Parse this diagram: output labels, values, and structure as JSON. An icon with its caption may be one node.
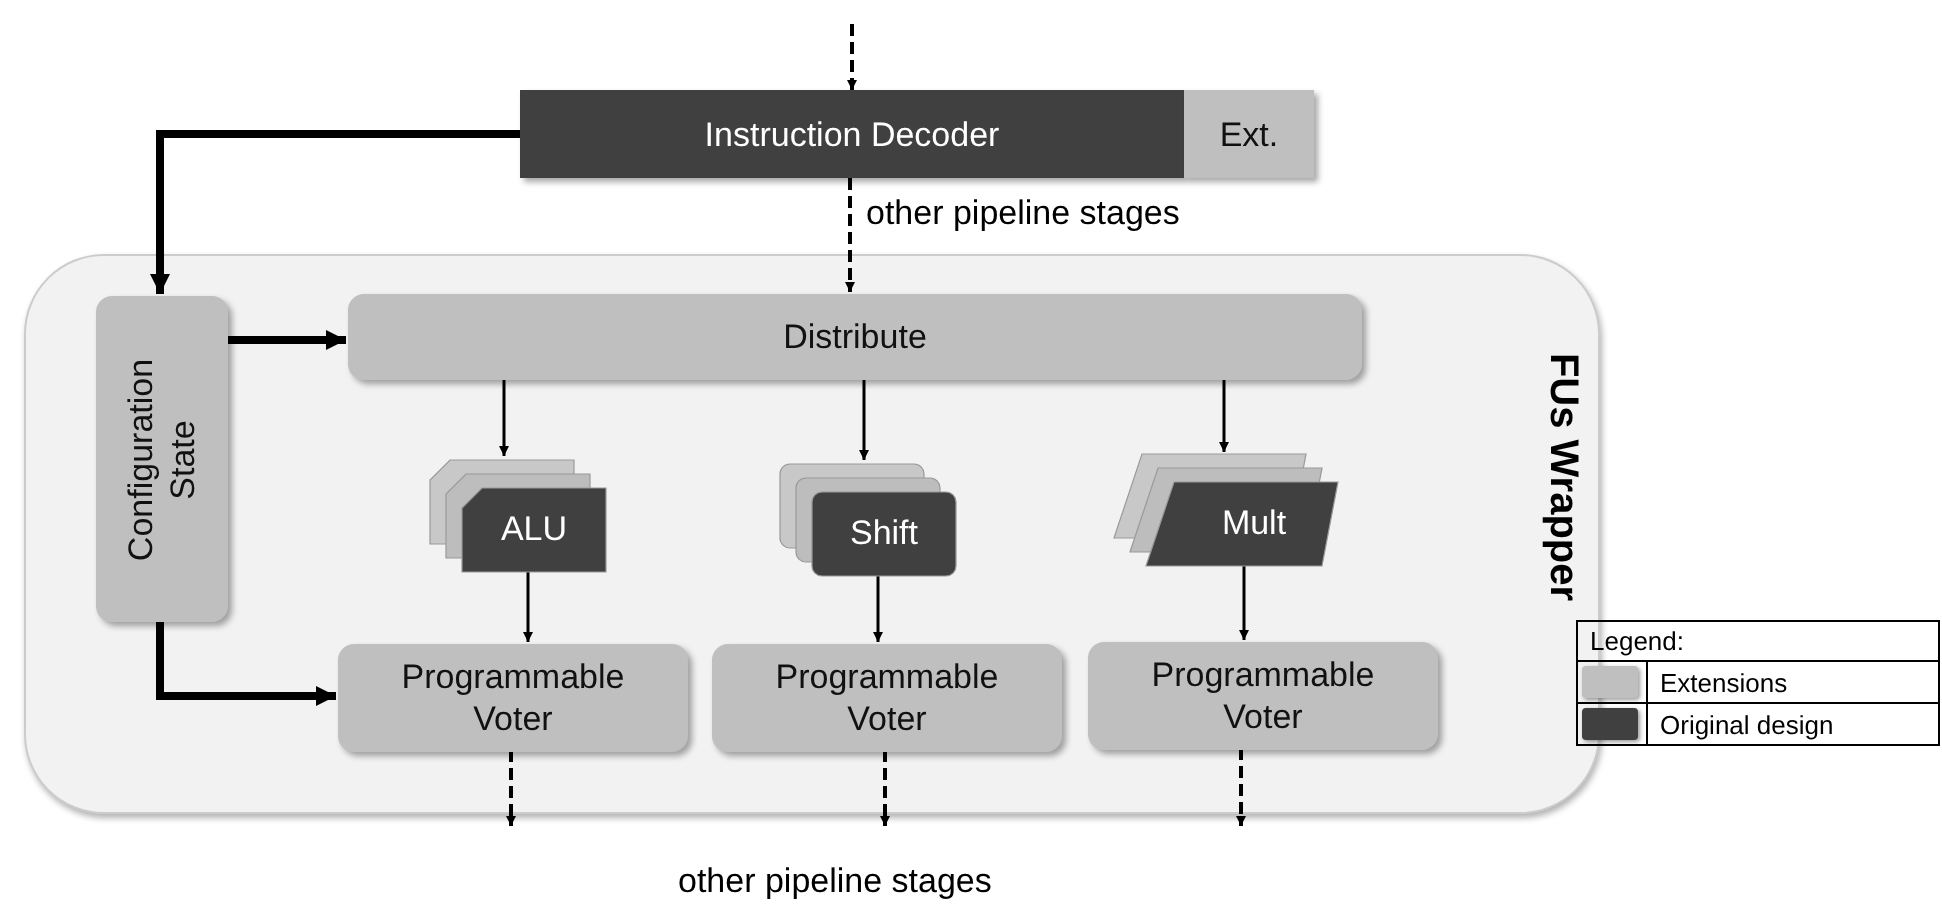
{
  "diagram": {
    "nodes": [
      {
        "text": [
          "FUs Wrapper"
        ]
      },
      {
        "text": [
          "Instruction Decoder"
        ]
      },
      {
        "text": [
          "Ext."
        ]
      },
      {
        "text": [
          "Configuration State"
        ],
        "in": 0
      },
      {
        "text": [
          "Distribute"
        ],
        "in": 0
      },
      {
        "text": [
          "ALU"
        ],
        "in": 0
      },
      {
        "text": [
          "Shift"
        ],
        "in": 0
      },
      {
        "text": [
          "Mult"
        ],
        "in": 0
      },
      {
        "text": [
          "Programmable Voter"
        ],
        "in": 0
      },
      {
        "text": [
          "Programmable Voter"
        ],
        "in": 0
      },
      {
        "text": [
          "Programmable Voter"
        ],
        "in": 0
      }
    ],
    "edges": [
      {
        "from": null,
        "to": 1,
        "arrow": "to",
        "style": "dashed"
      },
      {
        "from": 1,
        "to": 4,
        "arrow": "to",
        "style": "dashed",
        "label": "other pipeline stages"
      },
      {
        "from": 1,
        "to": 3,
        "arrow": "to",
        "style": "thick"
      },
      {
        "from": 3,
        "to": 4,
        "arrow": "to",
        "style": "thick"
      },
      {
        "from": 3,
        "to": 8,
        "arrow": "to",
        "style": "thick"
      },
      {
        "from": 4,
        "to": 5,
        "arrow": "to"
      },
      {
        "from": 4,
        "to": 6,
        "arrow": "to"
      },
      {
        "from": 4,
        "to": 7,
        "arrow": "to"
      },
      {
        "from": 5,
        "to": 8,
        "arrow": "to"
      },
      {
        "from": 6,
        "to": 9,
        "arrow": "to"
      },
      {
        "from": 7,
        "to": 10,
        "arrow": "to"
      },
      {
        "from": 8,
        "to": null,
        "arrow": "to",
        "style": "dashed"
      },
      {
        "from": 9,
        "to": null,
        "arrow": "to",
        "style": "dashed"
      },
      {
        "from": 10,
        "to": null,
        "arrow": "to",
        "style": "dashed"
      }
    ],
    "labels": [
      "other pipeline stages",
      "Legend:"
    ],
    "legend": [
      {
        "text": "Extensions",
        "color": "#bfbfbf"
      },
      {
        "text": "Original design",
        "color": "#404040"
      }
    ]
  }
}
